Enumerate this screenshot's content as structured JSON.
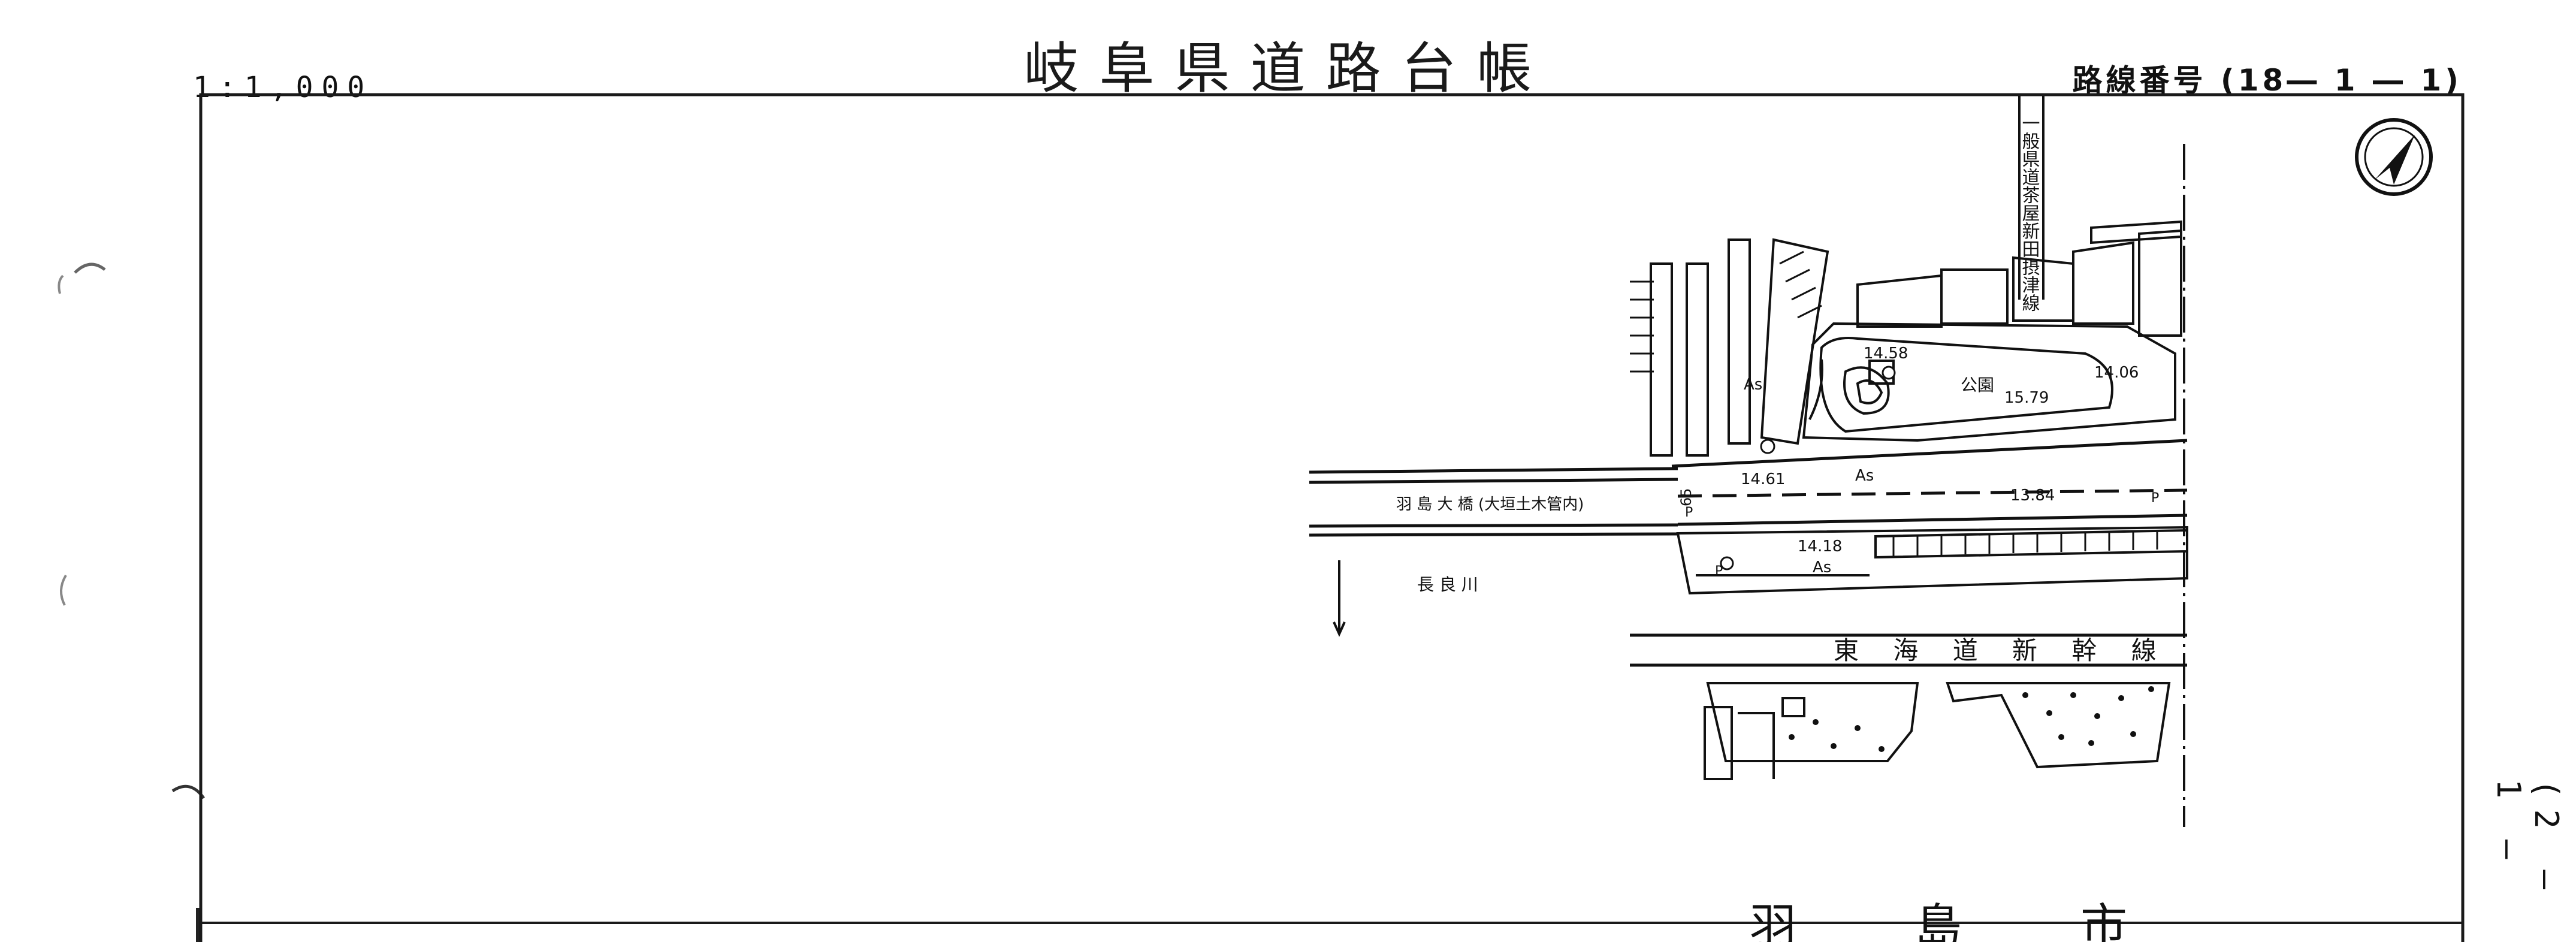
{
  "sheet": {
    "title": "岐阜県道路台帳",
    "scale": "1:1,000",
    "route_number": "路線番号 (18― 1 ― 1)",
    "sheet_number": "(2 ― 1 ―"
  },
  "map": {
    "park_label": "公園",
    "bridge_label": "羽 島 大 橋 (大垣土木管内)",
    "river_label": "長 良 川",
    "railway_label": "東 海 道 新 幹 線",
    "city_label": "羽　島　市",
    "crossing_road_label": "一般県道茶屋新田摂津線",
    "surface_asphalt": "As",
    "surface_asphalt_2": "As",
    "surface_asphalt_3": "As",
    "post_p1": "P",
    "post_p2": "P",
    "post_p3": "P",
    "pole_number": "65",
    "elevations": {
      "e1458": "14.58",
      "e1579": "15.79",
      "e1406": "14.06",
      "e1461": "14.61",
      "e1384": "13.84",
      "e1418": "14.18"
    }
  }
}
